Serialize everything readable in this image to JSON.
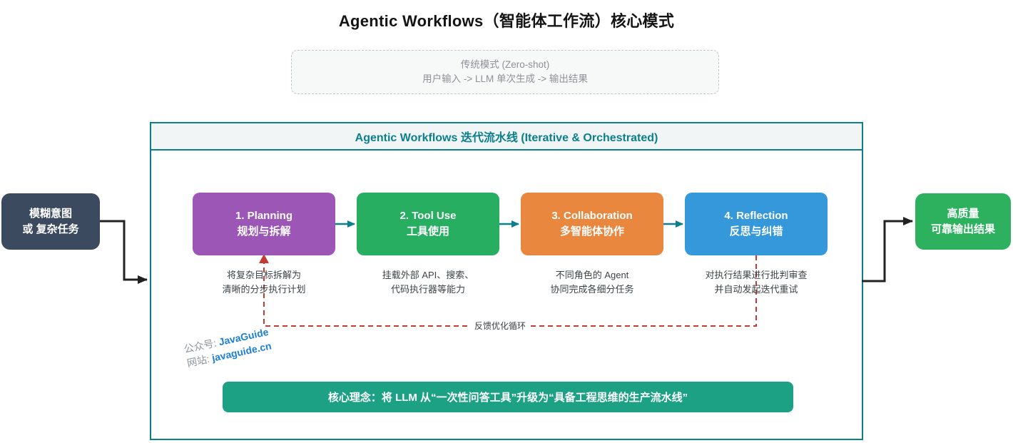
{
  "title": "Agentic Workflows（智能体工作流）核心模式",
  "traditional": {
    "line1": "传统模式 (Zero-shot)",
    "line2": "用户输入 -> LLM 单次生成 -> 输出结果"
  },
  "input_node": {
    "line1": "模糊意图",
    "line2": "或 复杂任务",
    "color": "#3b4a5e"
  },
  "output_node": {
    "line1": "高质量",
    "line2": "可靠输出结果",
    "color": "#2eb15f"
  },
  "pipeline": {
    "header": "Agentic Workflows 迭代流水线 (Iterative & Orchestrated)",
    "stages": [
      {
        "title_en": "1. Planning",
        "title_zh": "规划与拆解",
        "desc_line1": "将复杂目标拆解为",
        "desc_line2": "清晰的分步执行计划",
        "color": "#9c57b6"
      },
      {
        "title_en": "2. Tool Use",
        "title_zh": "工具使用",
        "desc_line1": "挂载外部 API、搜索、",
        "desc_line2": "代码执行器等能力",
        "color": "#27ae60"
      },
      {
        "title_en": "3. Collaboration",
        "title_zh": "多智能体协作",
        "desc_line1": "不同角色的 Agent",
        "desc_line2": "协同完成各细分任务",
        "color": "#e8873d"
      },
      {
        "title_en": "4. Reflection",
        "title_zh": "反思与纠错",
        "desc_line1": "对执行结果进行批判审查",
        "desc_line2": "并自动发起迭代重试",
        "color": "#3498db"
      }
    ],
    "feedback_label": "反馈优化循环",
    "core_idea": "核心理念：将 LLM 从“一次性问答工具”升级为“具备工程思维的生产流水线”",
    "core_idea_color": "#1ca184"
  },
  "watermark": {
    "label1": "公众号: ",
    "value1": "JavaGuide",
    "label2": "网站: ",
    "value2": "javaguide.cn"
  },
  "colors": {
    "pipeline_border": "#0b7f8e",
    "stage_arrow": "#0e7f8d",
    "feedback_red": "#c23b34",
    "connector_black": "#222222"
  }
}
